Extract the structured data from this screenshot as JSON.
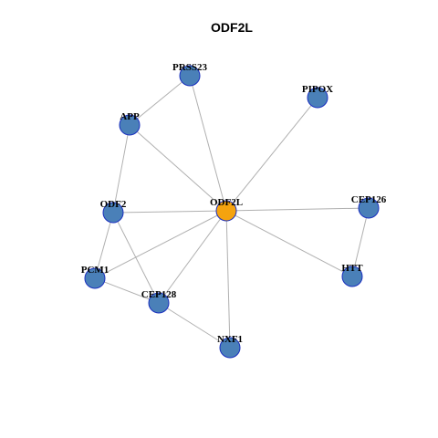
{
  "title": "ODF2L",
  "colors": {
    "center_node": "#f5a30f",
    "node": "#4a80b8",
    "node_border": "#1a2fbf",
    "edge": "#b0b0b0"
  },
  "nodes": [
    {
      "id": "ODF2L",
      "label": "ODF2L",
      "center": true
    },
    {
      "id": "PRSS23",
      "label": "PRSS23"
    },
    {
      "id": "PIPOX",
      "label": "PIPOX"
    },
    {
      "id": "APP",
      "label": "APP"
    },
    {
      "id": "ODF2",
      "label": "ODF2"
    },
    {
      "id": "CEP126",
      "label": "CEP126"
    },
    {
      "id": "PCM1",
      "label": "PCM1"
    },
    {
      "id": "HTT",
      "label": "HTT"
    },
    {
      "id": "CEP128",
      "label": "CEP128"
    },
    {
      "id": "NXF1",
      "label": "NXF1"
    }
  ],
  "edges": [
    [
      "ODF2L",
      "PRSS23"
    ],
    [
      "ODF2L",
      "PIPOX"
    ],
    [
      "ODF2L",
      "APP"
    ],
    [
      "ODF2L",
      "ODF2"
    ],
    [
      "ODF2L",
      "CEP126"
    ],
    [
      "ODF2L",
      "PCM1"
    ],
    [
      "ODF2L",
      "HTT"
    ],
    [
      "ODF2L",
      "CEP128"
    ],
    [
      "ODF2L",
      "NXF1"
    ],
    [
      "PRSS23",
      "APP"
    ],
    [
      "APP",
      "ODF2"
    ],
    [
      "ODF2",
      "PCM1"
    ],
    [
      "ODF2",
      "CEP128"
    ],
    [
      "PCM1",
      "CEP128"
    ],
    [
      "CEP128",
      "NXF1"
    ],
    [
      "CEP126",
      "HTT"
    ]
  ]
}
